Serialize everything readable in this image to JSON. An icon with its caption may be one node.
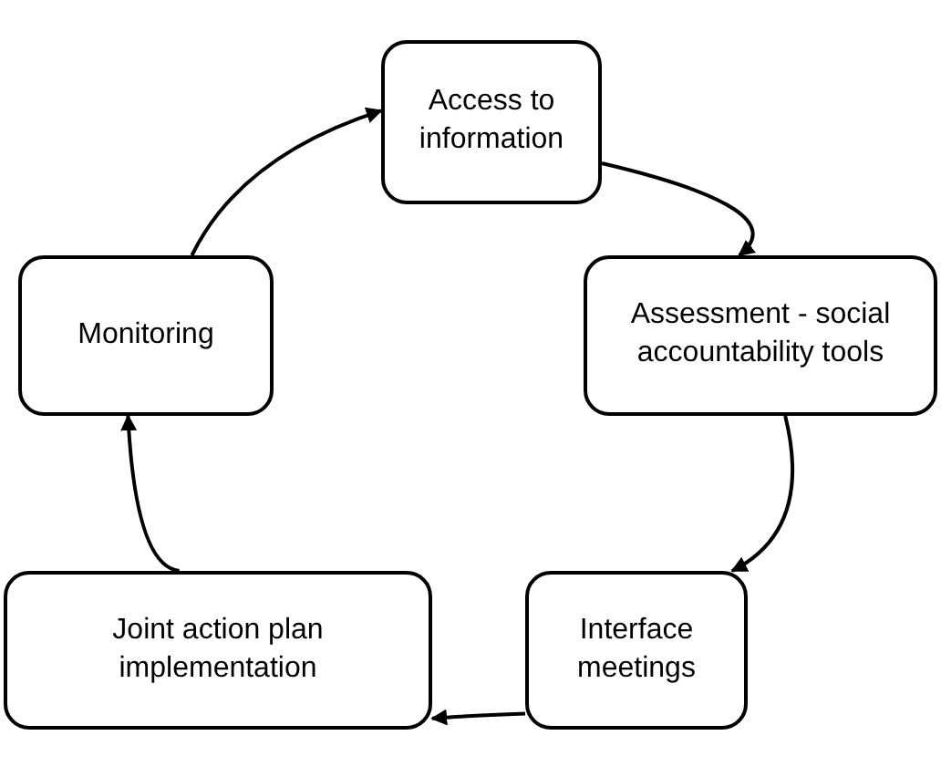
{
  "diagram": {
    "nodes": [
      {
        "text": [
          "Access to information"
        ]
      },
      {
        "text": [
          "Assessment - social accountability tools"
        ]
      },
      {
        "text": [
          "Interface meetings"
        ]
      },
      {
        "text": [
          "Joint action plan implementation"
        ]
      },
      {
        "text": [
          "Monitoring"
        ]
      }
    ],
    "edges": [
      {
        "from": 0,
        "to": 1,
        "arrow": "to"
      },
      {
        "from": 1,
        "to": 2,
        "arrow": "to"
      },
      {
        "from": 2,
        "to": 3,
        "arrow": "to"
      },
      {
        "from": 3,
        "to": 4,
        "arrow": "to"
      },
      {
        "from": 4,
        "to": 0,
        "arrow": "to"
      }
    ]
  }
}
